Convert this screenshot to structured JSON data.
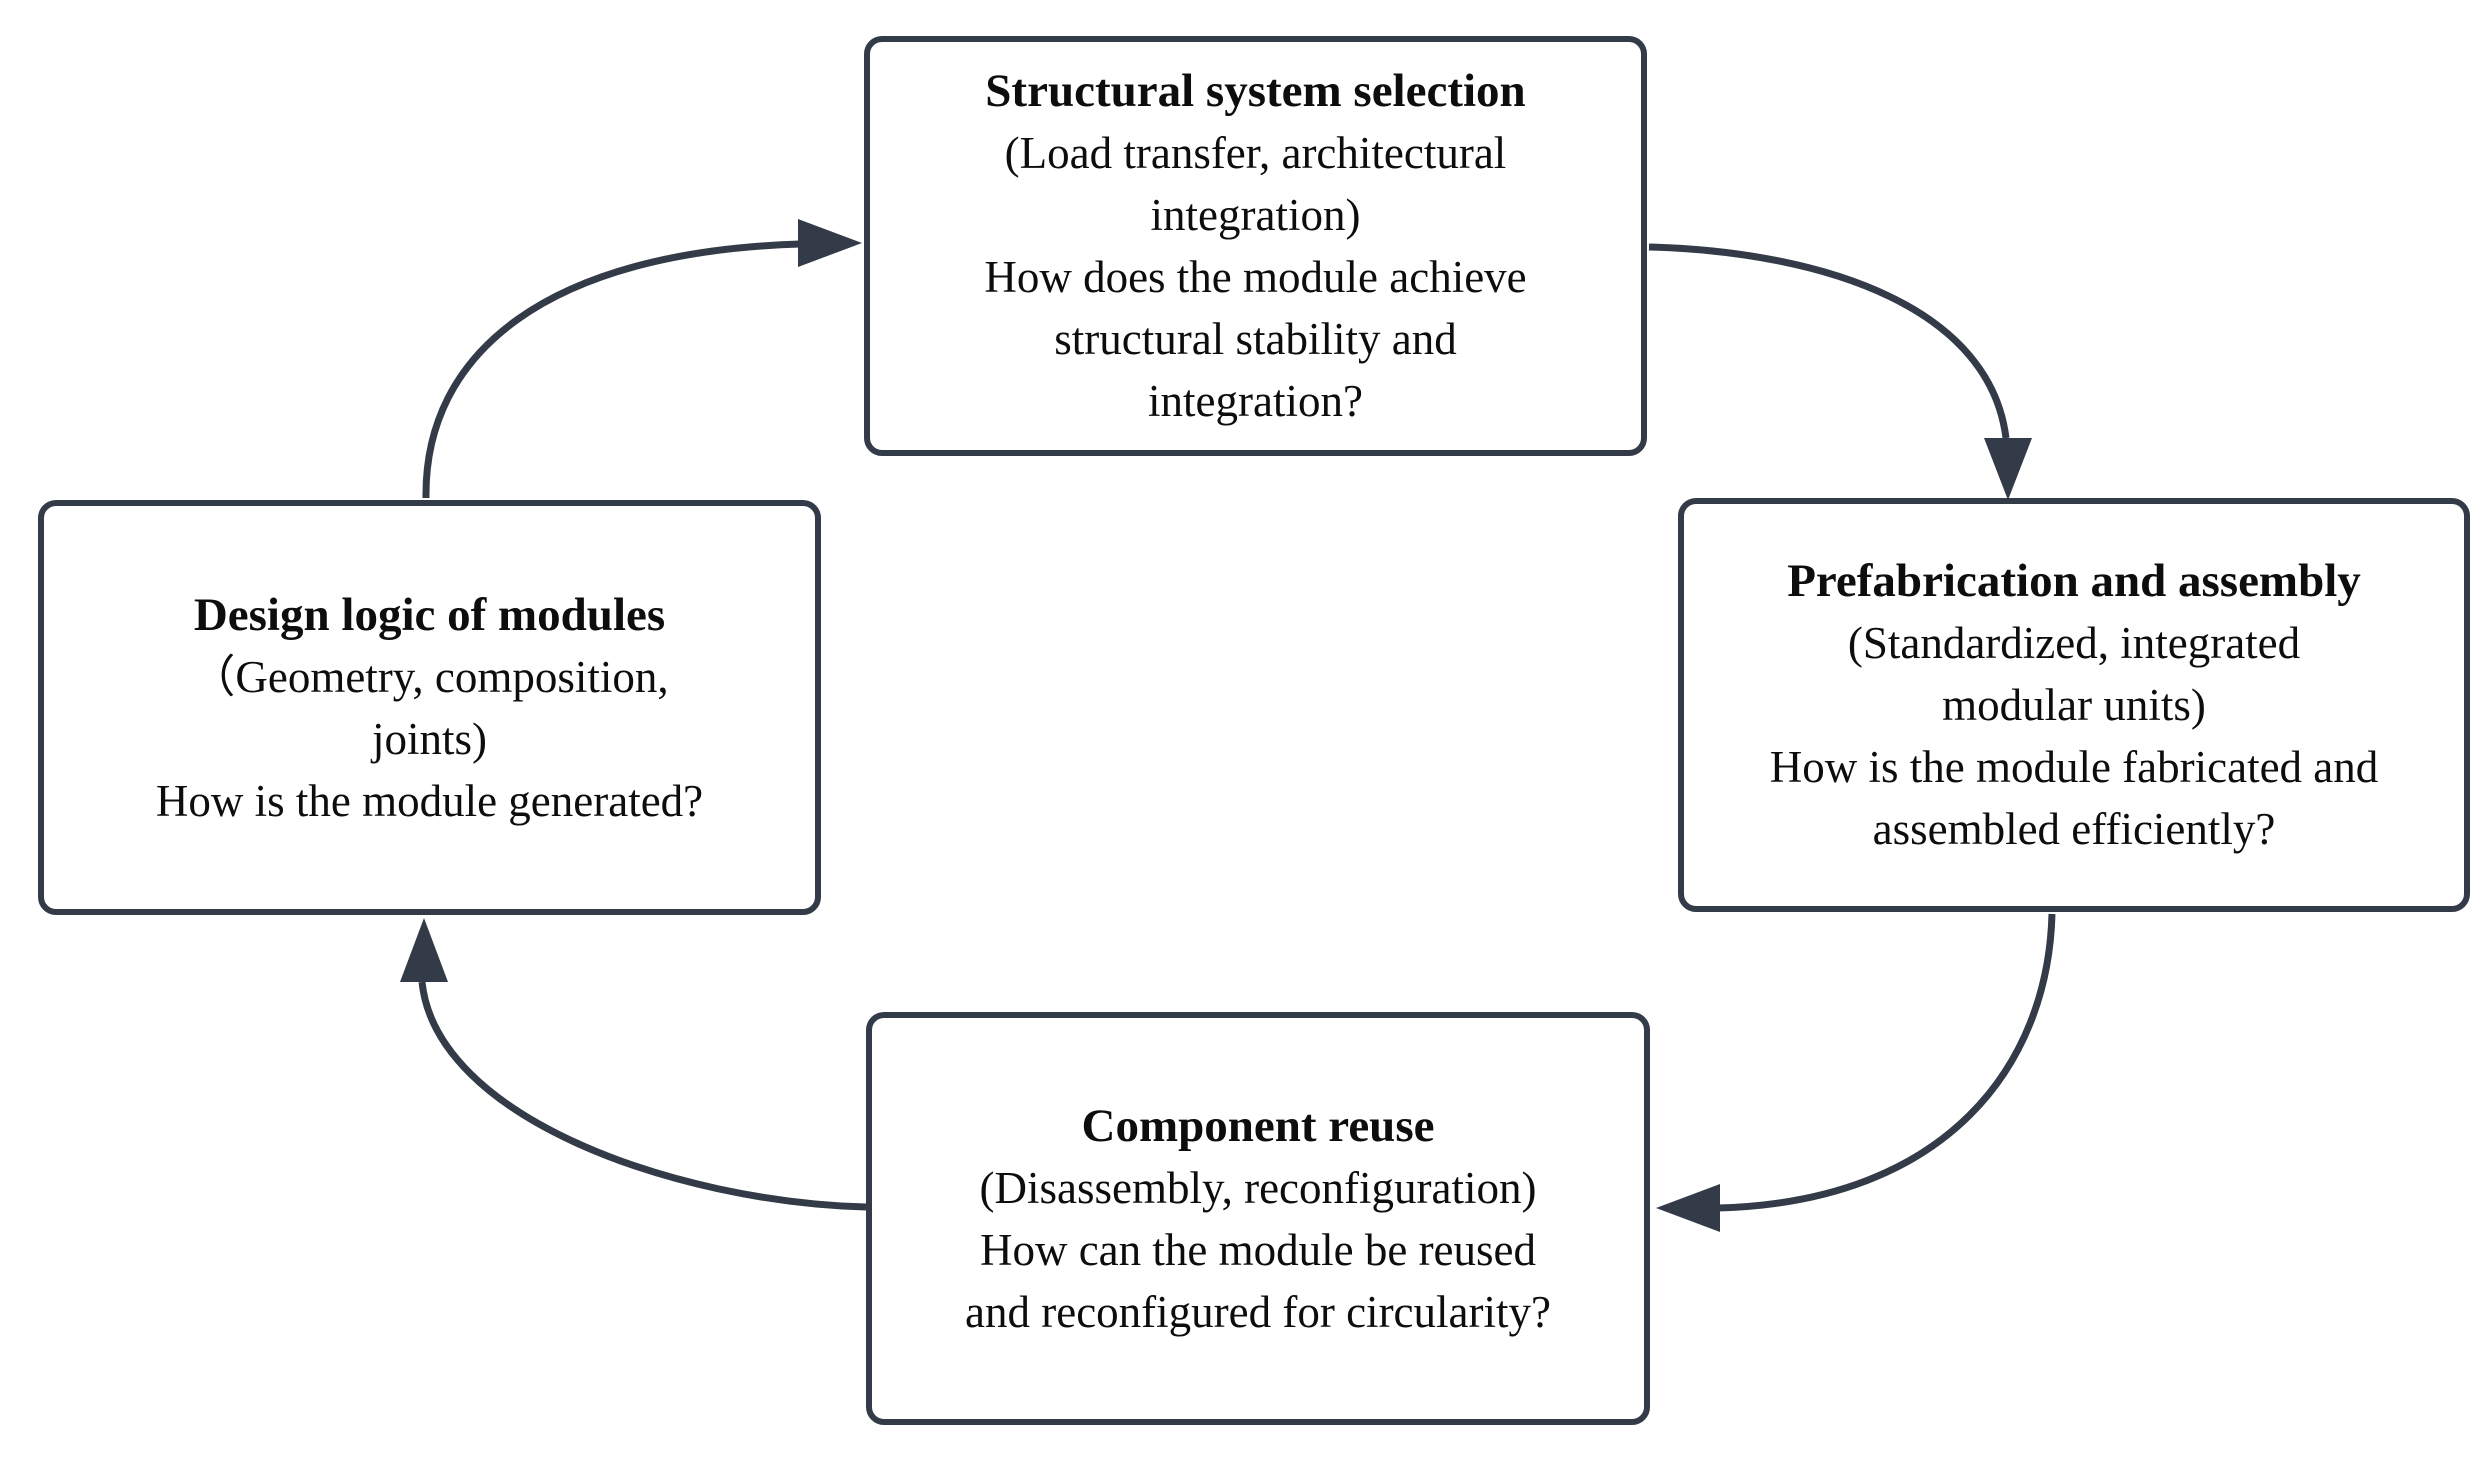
{
  "diagram": {
    "colors": {
      "stroke": "#343b48",
      "text": "#0d0d0d",
      "box_fill": "#ffffff",
      "background": "#ffffff"
    },
    "nodes": [
      {
        "id": "structural-system-selection",
        "title": "Structural system selection",
        "subtitle": "(Load transfer, architectural\nintegration)",
        "question": "How does the module achieve\nstructural stability and\nintegration?"
      },
      {
        "id": "prefabrication-and-assembly",
        "title": "Prefabrication and assembly",
        "subtitle": "(Standardized, integrated\nmodular units)",
        "question": "How is the module fabricated and\nassembled efficiently?"
      },
      {
        "id": "component-reuse",
        "title": "Component reuse",
        "subtitle": "(Disassembly, reconfiguration)",
        "question": "How can the module be reused\nand reconfigured for circularity?"
      },
      {
        "id": "design-logic-of-modules",
        "title": "Design logic of modules",
        "subtitle": "（Geometry, composition,\njoints)",
        "question": "How is the module generated?"
      }
    ],
    "arrows": [
      {
        "from": "design-logic-of-modules",
        "to": "structural-system-selection"
      },
      {
        "from": "structural-system-selection",
        "to": "prefabrication-and-assembly"
      },
      {
        "from": "prefabrication-and-assembly",
        "to": "component-reuse"
      },
      {
        "from": "component-reuse",
        "to": "design-logic-of-modules"
      }
    ]
  }
}
